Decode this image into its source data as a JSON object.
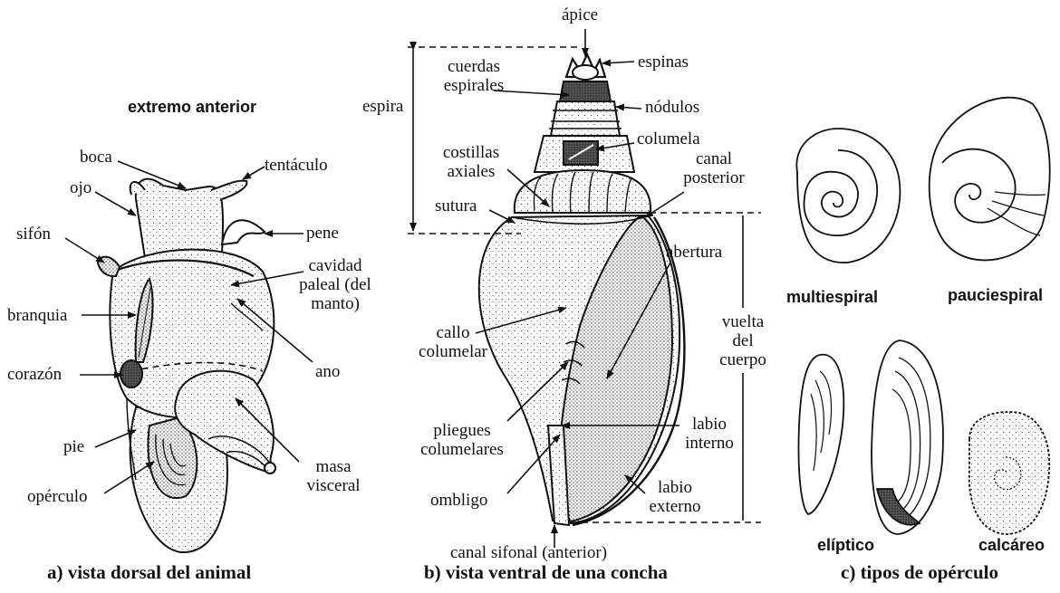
{
  "panel_a": {
    "caption": "a) vista dorsal del animal",
    "heading": "extremo anterior",
    "labels": {
      "boca": "boca",
      "tentaculo": "tentáculo",
      "ojo": "ojo",
      "pene": "pene",
      "sifon": "sifón",
      "cavidad": "cavidad\npaleal (del\nmanto)",
      "branquia": "branquia",
      "ano": "ano",
      "corazon": "corazón",
      "pie": "pie",
      "masa": "masa\nvisceral",
      "operculo": "opérculo"
    }
  },
  "panel_b": {
    "caption": "b) vista ventral de una concha",
    "labels": {
      "apice": "ápice",
      "espinas": "espinas",
      "cuerdas": "cuerdas\nespirales",
      "nodulos": "nódulos",
      "espira": "espira",
      "columela": "columela",
      "costillas": "costillas\naxiales",
      "canal_posterior": "canal\nposterior",
      "sutura": "sutura",
      "abertura": "abertura",
      "callo": "callo\ncolumelar",
      "vuelta": "vuelta\ndel\ncuerpo",
      "pliegues": "pliegues\ncolumelares",
      "labio_interno": "labio\ninterno",
      "labio_externo": "labio\nexterno",
      "ombligo": "ombligo",
      "canal_sifonal": "canal sifonal (anterior)"
    }
  },
  "panel_c": {
    "caption": "c) tipos de opérculo",
    "labels": {
      "multiespiral": "multiespiral",
      "pauciespiral": "pauciespiral",
      "eliptico": "elíptico",
      "calcareo": "calcáreo"
    }
  }
}
